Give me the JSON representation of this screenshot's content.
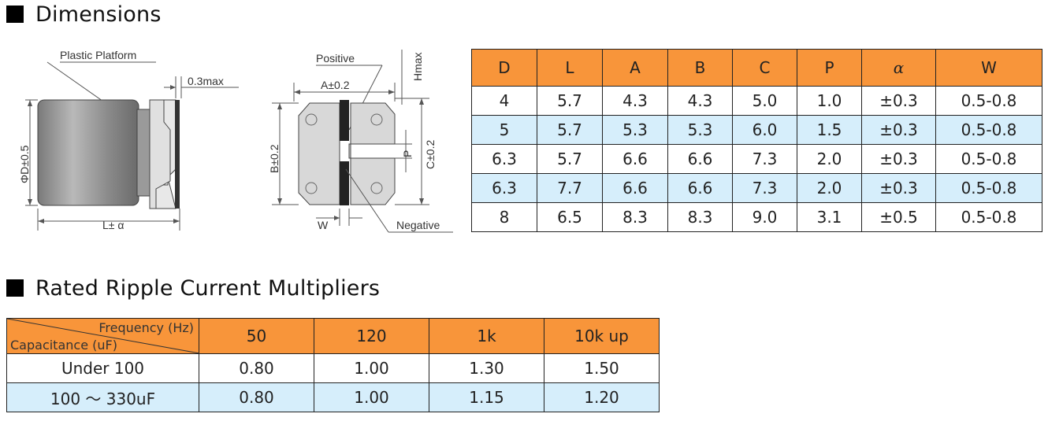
{
  "sections": {
    "dimensions_title": "Dimensions",
    "ripple_title": "Rated Ripple Current Multipliers"
  },
  "diagram_side": {
    "plastic_platform": "Plastic Platform",
    "thickness": "0.3max",
    "diameter": "ΦD±0.5",
    "length": "L± α"
  },
  "diagram_top": {
    "positive": "Positive",
    "a_dim": "A±0.2",
    "hmax": "Hmax",
    "b_dim": "B±0.2",
    "c_dim": "C±0.2",
    "p_dim": "P",
    "w_dim": "W",
    "negative": "Negative"
  },
  "dimensions_table": {
    "headers": [
      "D",
      "L",
      "A",
      "B",
      "C",
      "P",
      "α",
      "W"
    ],
    "rows": [
      [
        "4",
        "5.7",
        "4.3",
        "4.3",
        "5.0",
        "1.0",
        "±0.3",
        "0.5-0.8"
      ],
      [
        "5",
        "5.7",
        "5.3",
        "5.3",
        "6.0",
        "1.5",
        "±0.3",
        "0.5-0.8"
      ],
      [
        "6.3",
        "5.7",
        "6.6",
        "6.6",
        "7.3",
        "2.0",
        "±0.3",
        "0.5-0.8"
      ],
      [
        "6.3",
        "7.7",
        "6.6",
        "6.6",
        "7.3",
        "2.0",
        "±0.3",
        "0.5-0.8"
      ],
      [
        "8",
        "6.5",
        "8.3",
        "8.3",
        "9.0",
        "3.1",
        "±0.5",
        "0.5-0.8"
      ]
    ]
  },
  "ripple_table": {
    "corner_frequency": "Frequency (Hz)",
    "corner_capacitance": "Capacitance (uF)",
    "headers": [
      "50",
      "120",
      "1k",
      "10k up"
    ],
    "rows": [
      {
        "label": "Under 100",
        "values": [
          "0.80",
          "1.00",
          "1.30",
          "1.50"
        ]
      },
      {
        "label": "100 ～ 330uF",
        "values": [
          "0.80",
          "1.00",
          "1.15",
          "1.20"
        ]
      }
    ]
  },
  "colors": {
    "header_orange": "#f8953a",
    "row_blue": "#d6eefb"
  }
}
